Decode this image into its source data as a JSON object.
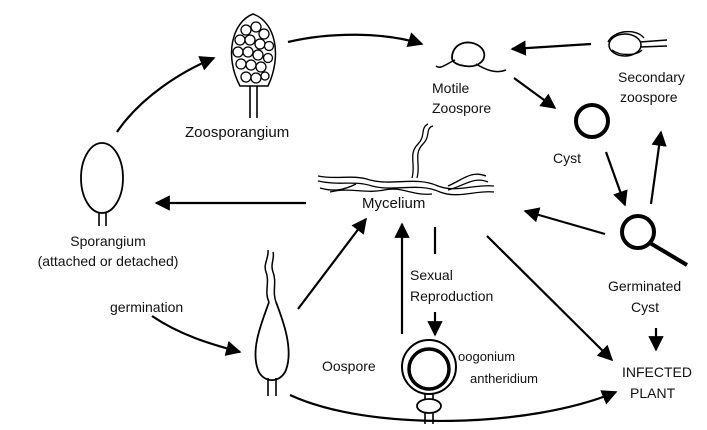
{
  "labels": {
    "zoosporangium": "Zoosporangium",
    "motile_zoospore_1": "Motile",
    "motile_zoospore_2": "Zoospore",
    "secondary_zoospore_1": "Secondary",
    "secondary_zoospore_2": "zoospore",
    "cyst": "Cyst",
    "mycelium": "Mycelium",
    "sporangium_1": "Sporangium",
    "sporangium_2": "(attached or detached)",
    "germination": "germination",
    "sexual_reproduction_1": "Sexual",
    "sexual_reproduction_2": "Reproduction",
    "germinated_cyst_1": "Germinated",
    "germinated_cyst_2": "Cyst",
    "oospore": "Oospore",
    "oogonium": "oogonium",
    "antheridium": "antheridium",
    "infected_plant_1": "INFECTED",
    "infected_plant_2": "PLANT"
  }
}
